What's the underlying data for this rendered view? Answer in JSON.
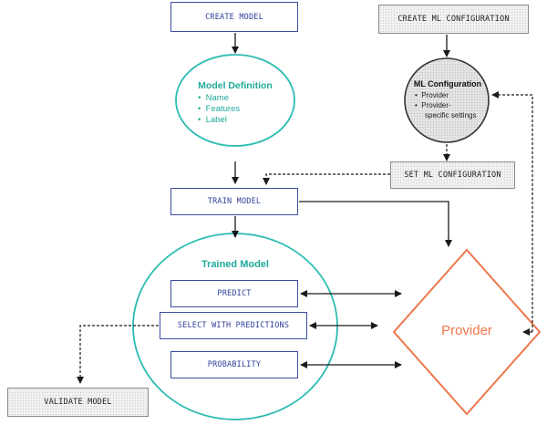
{
  "colors": {
    "box_border": "#3b4ea3",
    "box_text": "#2e3f9a",
    "teal": "#2bbcb0",
    "teal_text": "#1fa99b",
    "provider": "#f0764a",
    "gray_fill": "#f1f1f1",
    "gray_border": "#8a8a8a"
  },
  "nodes": {
    "create_model": "CREATE MODEL",
    "create_ml_configuration": "CREATE ML CONFIGURATION",
    "set_ml_configuration": "SET ML CONFIGURATION",
    "train_model": "TRAIN MODEL",
    "predict": "PREDICT",
    "select_with_predictions": "SELECT WITH PREDICTIONS",
    "probability": "PROBABILITY",
    "validate_model": "VALIDATE MODEL",
    "provider": "Provider"
  },
  "model_definition": {
    "title": "Model Definition",
    "items": [
      "Name",
      "Features",
      "Label"
    ]
  },
  "ml_configuration": {
    "title": "ML Configuration",
    "items": [
      "Provider",
      "Provider-",
      "specific settings"
    ]
  },
  "trained_model": {
    "title": "Trained Model"
  }
}
